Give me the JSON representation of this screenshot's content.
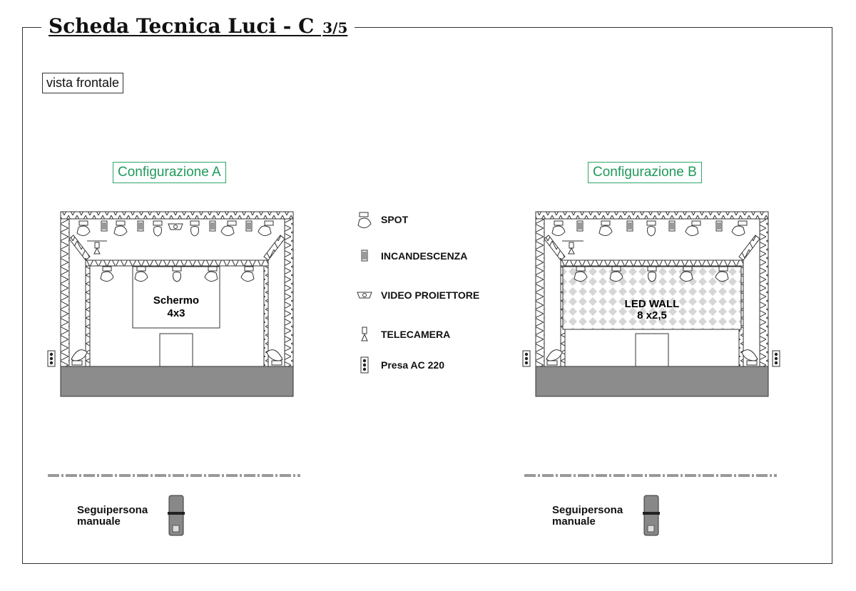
{
  "header": {
    "title": "Scheda Tecnica Luci - C",
    "page": "3/5"
  },
  "view_label": "vista frontale",
  "configurations": [
    {
      "label": "Configurazione A",
      "screen_line1": "Schermo",
      "screen_line2": "4x3"
    },
    {
      "label": "Configurazione B",
      "screen_line1": "LED WALL",
      "screen_line2": "8 x2,5"
    }
  ],
  "legend": [
    {
      "icon": "spot-icon",
      "label": "SPOT"
    },
    {
      "icon": "incandescent-icon",
      "label": "INCANDESCENZA"
    },
    {
      "icon": "video-projector-icon",
      "label": "VIDEO PROIETTORE"
    },
    {
      "icon": "camera-icon",
      "label": "TELECAMERA"
    },
    {
      "icon": "power-outlet-icon",
      "label": "Presa AC 220"
    }
  ],
  "followspot": {
    "line1": "Seguipersona",
    "line2": "manuale"
  },
  "colors": {
    "accent_green": "#1e9a5a",
    "stage_gray": "#8c8c8c",
    "outline": "#333333"
  }
}
